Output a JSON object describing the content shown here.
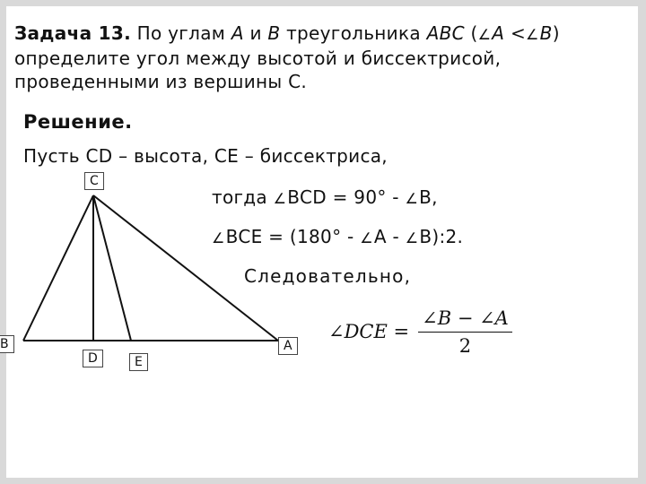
{
  "problem": {
    "label": "Задача 13.",
    "text1": " По углам ",
    "A": "A",
    "and": " и ",
    "B": "B",
    "text2": " треугольника ",
    "ABC": "ABC",
    "cond_open": " (",
    "cond_A": "A",
    "cond_lt": " <",
    "cond_B": "B",
    "cond_close": ")",
    "text3": " определите угол между высотой и биссектрисой, проведенными из вершины С."
  },
  "solution": {
    "title": "Решение.",
    "line1": "Пусть CD – высота, CE – биссектриса,",
    "line2_a": "тогда ",
    "line2_b": "BCD = 90° - ",
    "line2_c": "B,",
    "line3_a": "BCE = (180° - ",
    "line3_b": "A - ",
    "line3_c": "B):2.",
    "line4": "Следовательно,"
  },
  "formula": {
    "lhs": "∠DCE =",
    "numerator": "∠B − ∠A",
    "denominator": "2"
  },
  "points": {
    "C": "C",
    "B": "B",
    "D": "D",
    "E": "E",
    "A": "A"
  },
  "colors": {
    "background": "#d9d9d9",
    "slide": "#ffffff",
    "lines": "#111111"
  }
}
